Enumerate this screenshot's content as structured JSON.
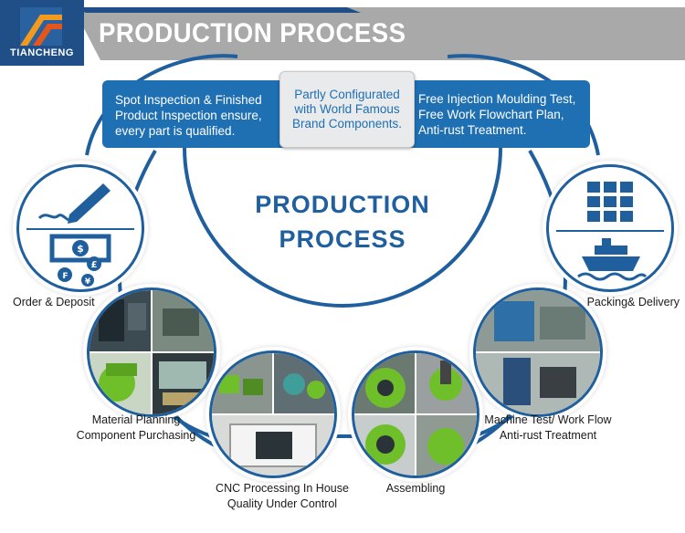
{
  "header": {
    "logo_text": "TIANCHENG",
    "title": "PRODUCTION PROCESS"
  },
  "banner": {
    "left_text": "Spot Inspection & Finished Product Inspection ensure, every part is qualified.",
    "middle_text": "Partly Configurated with World Famous Brand Components.",
    "right_text": "Free Injection Moulding Test, Free Work Flowchart Plan, Anti-rust Treatment."
  },
  "center": {
    "line1": "PRODUCTION",
    "line2": "PROCESS"
  },
  "steps": {
    "order": {
      "label": "Order & Deposit",
      "icons": [
        "pen-icon",
        "dollar-icon",
        "pound-icon",
        "yen-icon",
        "franc-icon"
      ]
    },
    "material": {
      "line1": "Material Planning",
      "line2": "Component Purchasing"
    },
    "cnc": {
      "line1": "CNC Processing In House",
      "line2": "Quality Under Control"
    },
    "assembling": {
      "label": "Assembling"
    },
    "machine_test": {
      "line1": "Machine Test/ Work Flow",
      "line2": "Anti-rust Treatment"
    },
    "packing": {
      "label": "Packing& Delivery",
      "icons": [
        "container-stack-icon",
        "ship-icon"
      ]
    }
  },
  "colors": {
    "brand_blue": "#1f5f9e",
    "banner_blue": "#1f6fb3",
    "header_gray": "#a9a9a9",
    "machine_green": "#6fbf2a"
  }
}
